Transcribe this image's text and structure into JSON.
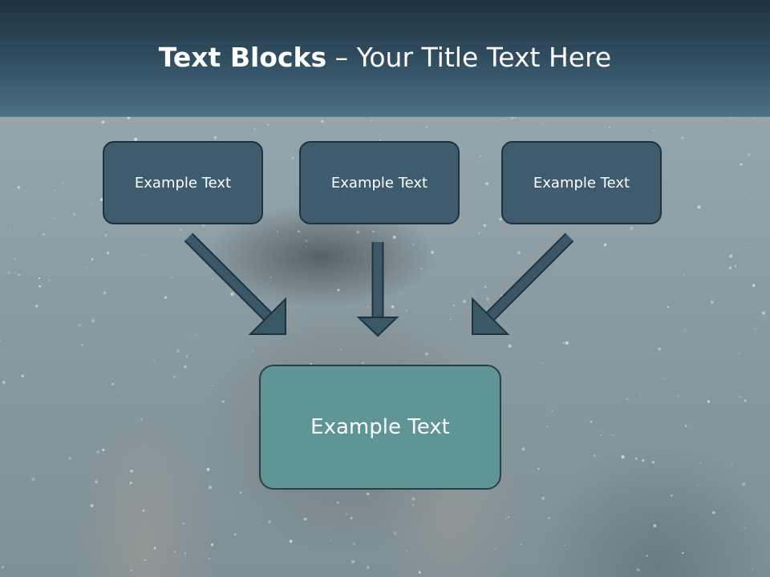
{
  "slide": {
    "title_strong": "Text Blocks",
    "title_rest": " – Your Title Text Here"
  },
  "blocks": [
    {
      "label": "Example Text"
    },
    {
      "label": "Example Text"
    },
    {
      "label": "Example Text"
    }
  ],
  "target": {
    "label": "Example Text"
  },
  "colors": {
    "title_bar": "#2e4a5c",
    "small_box": "#3e5c6e",
    "big_box": "#5f9595",
    "arrow": "#3b5869",
    "arrow_outline": "#1d3340"
  }
}
